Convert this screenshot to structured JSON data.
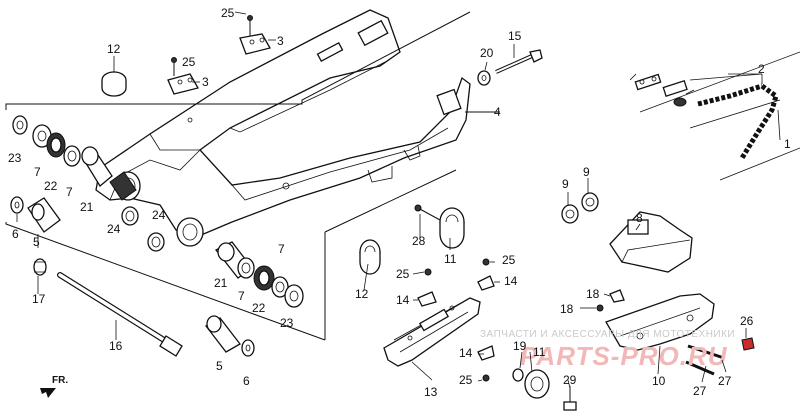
{
  "figure": {
    "direction_label": "FR.",
    "watermark_small": "ЗАПЧАСТИ И АКСЕССУАРЫ ДЛЯ МОТОТЕХНИКИ",
    "watermark_large": "PARTS-PRO.RU"
  },
  "callouts": [
    {
      "id": "c25a",
      "text": "25"
    },
    {
      "id": "c3a",
      "text": "3"
    },
    {
      "id": "c12a",
      "text": "12"
    },
    {
      "id": "c25b",
      "text": "25"
    },
    {
      "id": "c3b",
      "text": "3"
    },
    {
      "id": "c20",
      "text": "20"
    },
    {
      "id": "c15",
      "text": "15"
    },
    {
      "id": "c4",
      "text": "4"
    },
    {
      "id": "c1",
      "text": "1"
    },
    {
      "id": "c2",
      "text": "2"
    },
    {
      "id": "c23a",
      "text": "23"
    },
    {
      "id": "c7a",
      "text": "7"
    },
    {
      "id": "c22a",
      "text": "22"
    },
    {
      "id": "c7b",
      "text": "7"
    },
    {
      "id": "c21a",
      "text": "21"
    },
    {
      "id": "c24a",
      "text": "24"
    },
    {
      "id": "c24b",
      "text": "24"
    },
    {
      "id": "c6a",
      "text": "6"
    },
    {
      "id": "c5a",
      "text": "5"
    },
    {
      "id": "c17",
      "text": "17"
    },
    {
      "id": "c16",
      "text": "16"
    },
    {
      "id": "c21b",
      "text": "21"
    },
    {
      "id": "c7c",
      "text": "7"
    },
    {
      "id": "c7d",
      "text": "7"
    },
    {
      "id": "c22b",
      "text": "22"
    },
    {
      "id": "c23b",
      "text": "23"
    },
    {
      "id": "c5b",
      "text": "5"
    },
    {
      "id": "c6b",
      "text": "6"
    },
    {
      "id": "c28",
      "text": "28"
    },
    {
      "id": "c11a",
      "text": "11"
    },
    {
      "id": "c25c",
      "text": "25"
    },
    {
      "id": "c25d",
      "text": "25"
    },
    {
      "id": "c14a",
      "text": "14"
    },
    {
      "id": "c12b",
      "text": "12"
    },
    {
      "id": "c14b",
      "text": "14"
    },
    {
      "id": "c13",
      "text": "13"
    },
    {
      "id": "c14c",
      "text": "14"
    },
    {
      "id": "c25e",
      "text": "25"
    },
    {
      "id": "c19",
      "text": "19"
    },
    {
      "id": "c11b",
      "text": "11"
    },
    {
      "id": "c29",
      "text": "29"
    },
    {
      "id": "c9a",
      "text": "9"
    },
    {
      "id": "c9b",
      "text": "9"
    },
    {
      "id": "c8",
      "text": "8"
    },
    {
      "id": "c18a",
      "text": "18"
    },
    {
      "id": "c18b",
      "text": "18"
    },
    {
      "id": "c26",
      "text": "26"
    },
    {
      "id": "c10",
      "text": "10"
    },
    {
      "id": "c27a",
      "text": "27"
    },
    {
      "id": "c27b",
      "text": "27"
    }
  ],
  "colors": {
    "line": "#111111",
    "watermark_text": "#c9c9c9",
    "watermark_logo": "#f2b8b8",
    "highlight_part": "#cc2a2a"
  }
}
